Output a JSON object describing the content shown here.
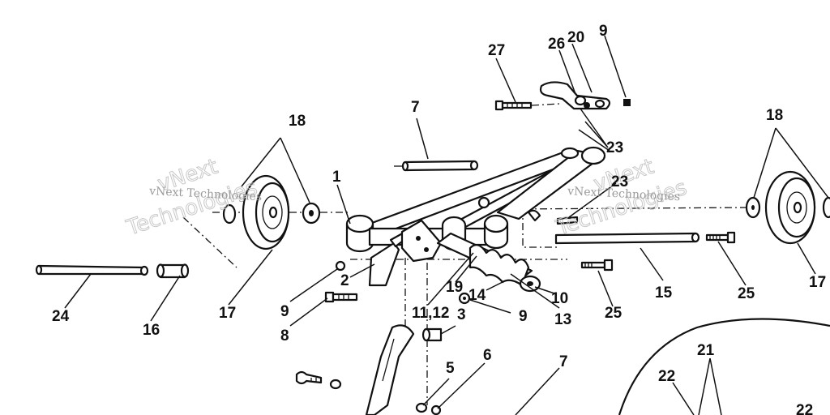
{
  "callouts": {
    "c1": "1",
    "c2": "2",
    "c3": "3",
    "c5": "5",
    "c6": "6",
    "c7a": "7",
    "c7b": "7",
    "c8": "8",
    "c9a": "9",
    "c9b": "9",
    "c9c": "9",
    "c10": "10",
    "c11_12": "11,12",
    "c13": "13",
    "c14": "14",
    "c15": "15",
    "c16": "16",
    "c17a": "17",
    "c17b": "17",
    "c18a": "18",
    "c18b": "18",
    "c19": "19",
    "c20": "20",
    "c21": "21",
    "c22a": "22",
    "c22b": "22",
    "c23a": "23",
    "c23b": "23",
    "c24": "24",
    "c25a": "25",
    "c25b": "25",
    "c26": "26",
    "c27": "27"
  },
  "watermarks": {
    "left_small": "vNext Technologies",
    "left_big_1": "vNext",
    "left_big_2": "Technologies",
    "right_small": "vNext Technologies",
    "right_big_1": "vNext",
    "right_big_2": "Technologies"
  }
}
